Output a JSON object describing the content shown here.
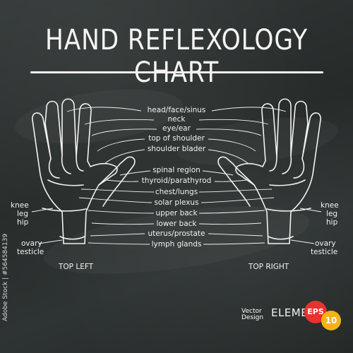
{
  "title": "HAND REFLEXOLOGY CHART",
  "center_labels": [
    "head/face/sinus",
    "neck",
    "eye/ear",
    "top of shoulder",
    "shoulder blader",
    "spinal region",
    "thyroid/parathyrod",
    "chest/lungs",
    "solar plexus",
    "upper back",
    "lower back",
    "uterus/prostate",
    "lymph glands"
  ],
  "left_labels": {
    "knee": "knee",
    "leg": "leg",
    "hip": "hip",
    "ovary": "ovary",
    "testicle": "testicle"
  },
  "right_labels": {
    "knee": "knee",
    "leg": "leg",
    "hip": "hip",
    "ovary": "ovary",
    "testicle": "testicle"
  },
  "captions": {
    "left": "TOP LEFT",
    "right": "TOP RIGHT"
  },
  "stock_id": "Adobe Stock | #564584139",
  "logo": {
    "vector_design": "Vector Design",
    "element": "ELEMENT",
    "eps": "EPS",
    "version": "10"
  },
  "colors": {
    "chalk": "#f2f2f0",
    "board": "#2a2f2e",
    "eps_red": "#e8322f",
    "eps_yellow": "#f6b315"
  }
}
